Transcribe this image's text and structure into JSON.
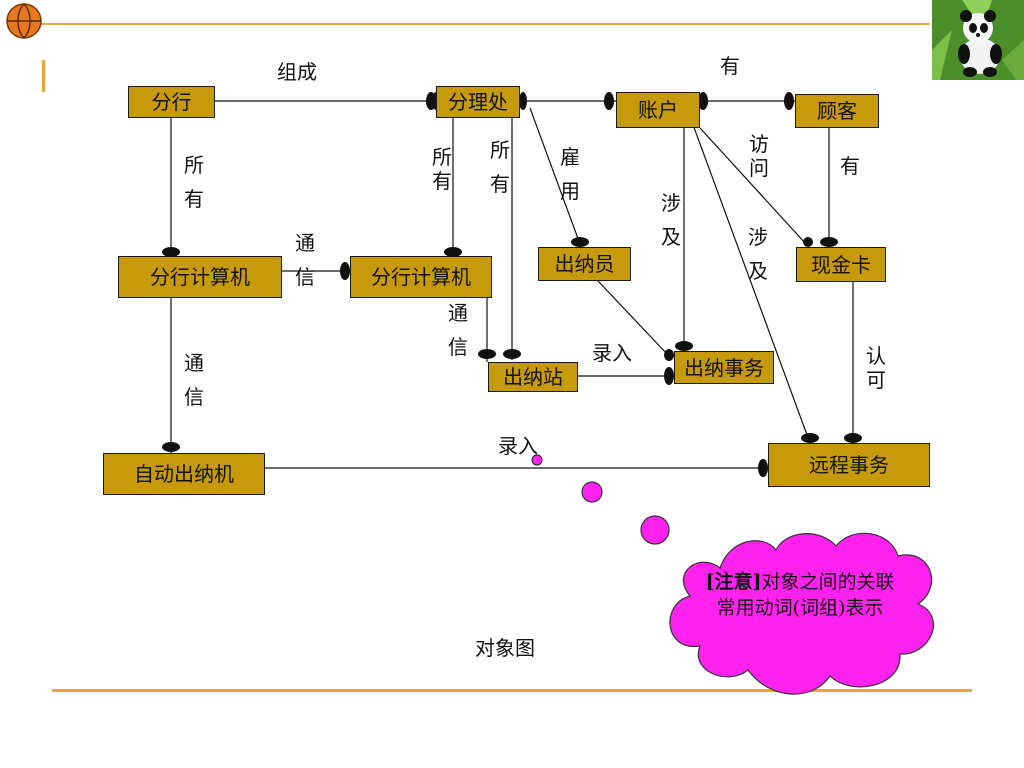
{
  "diagram": {
    "caption": "对象图",
    "nodes": {
      "branch": "分行",
      "sub_branch": "分理处",
      "account": "账户",
      "customer": "顾客",
      "branch_computer_1": "分行计算机",
      "branch_computer_2": "分行计算机",
      "cashier": "出纳员",
      "cash_card": "现金卡",
      "cashier_station": "出纳站",
      "cashier_transaction": "出纳事务",
      "atm": "自动出纳机",
      "remote_transaction": "远程事务"
    },
    "relations": {
      "branch_subbranch": "组成",
      "subbranch_account": "有",
      "branch_owns": "所有",
      "subbranch_owns_computer": "所有",
      "subbranch_owns_station": "所有",
      "employ": "雇用",
      "account_involves": "涉及",
      "account_involves_remote": "涉及",
      "access": "访问",
      "customer_has": "有",
      "computers_comm": "通信",
      "computer_station_comm": "通信",
      "computer_atm_comm": "通信",
      "station_input": "录入",
      "atm_input": "录入",
      "card_authorize": "认可"
    },
    "note": {
      "prefix": "[注意]",
      "text": "对象之间的关联常用动词(词组)表示",
      "color": "#ff22ee"
    },
    "colors": {
      "box": "#c79a0b",
      "rule": "#e8a33c"
    }
  }
}
